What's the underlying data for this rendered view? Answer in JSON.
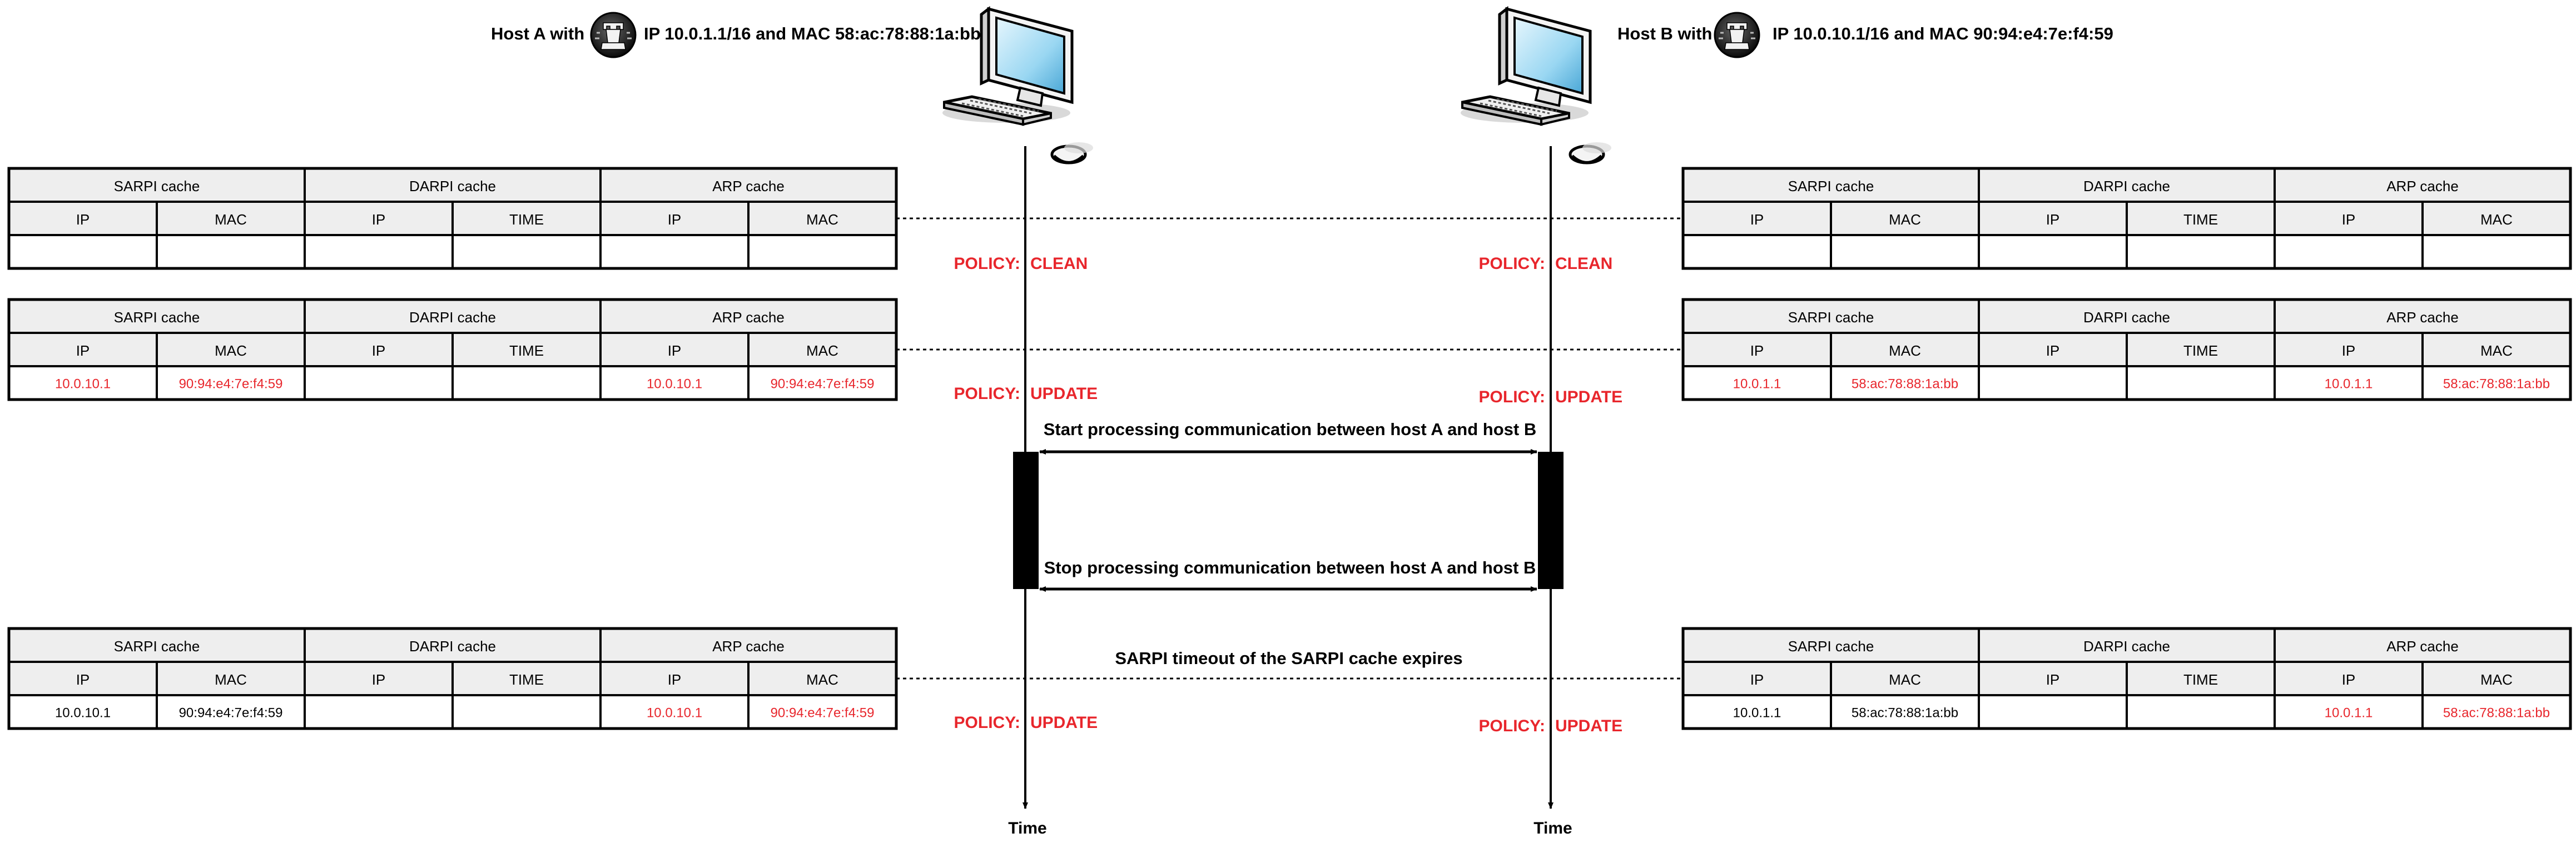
{
  "hosts": {
    "a": {
      "prefix": "Host A with",
      "suffix": "IP 10.0.1.1/16 and MAC 58:ac:78:88:1a:bb",
      "policies": [
        "CLEAN",
        "UPDATE",
        "UPDATE"
      ]
    },
    "b": {
      "prefix": "Host B with",
      "suffix": "IP 10.0.10.1/16 and MAC 90:94:e4:7e:f4:59",
      "policies": [
        "CLEAN",
        "UPDATE",
        "UPDATE"
      ]
    }
  },
  "policy_label": "POLICY:",
  "table": {
    "groups": [
      "SARPI cache",
      "DARPI cache",
      "ARP cache"
    ],
    "columns": [
      "IP",
      "MAC",
      "IP",
      "TIME",
      "IP",
      "MAC"
    ]
  },
  "states": [
    {
      "left": [
        [
          "",
          ""
        ],
        [
          "",
          ""
        ],
        [
          "",
          ""
        ],
        [
          "",
          ""
        ],
        [
          "",
          ""
        ],
        [
          "",
          ""
        ]
      ],
      "right": [
        [
          "",
          ""
        ],
        [
          "",
          ""
        ],
        [
          "",
          ""
        ],
        [
          "",
          ""
        ],
        [
          "",
          ""
        ],
        [
          "",
          ""
        ]
      ]
    },
    {
      "left": [
        [
          "10.0.10.1",
          "red"
        ],
        [
          "90:94:e4:7e:f4:59",
          "red"
        ],
        [
          "",
          ""
        ],
        [
          "",
          ""
        ],
        [
          "10.0.10.1",
          "red"
        ],
        [
          "90:94:e4:7e:f4:59",
          "red"
        ]
      ],
      "right": [
        [
          "10.0.1.1",
          "red"
        ],
        [
          "58:ac:78:88:1a:bb",
          "red"
        ],
        [
          "",
          ""
        ],
        [
          "",
          ""
        ],
        [
          "10.0.1.1",
          "red"
        ],
        [
          "58:ac:78:88:1a:bb",
          "red"
        ]
      ]
    },
    {
      "left": [
        [
          "10.0.10.1",
          "black"
        ],
        [
          "90:94:e4:7e:f4:59",
          "black"
        ],
        [
          "",
          ""
        ],
        [
          "",
          ""
        ],
        [
          "10.0.10.1",
          "red"
        ],
        [
          "90:94:e4:7e:f4:59",
          "red"
        ]
      ],
      "right": [
        [
          "10.0.1.1",
          "black"
        ],
        [
          "58:ac:78:88:1a:bb",
          "black"
        ],
        [
          "",
          ""
        ],
        [
          "",
          ""
        ],
        [
          "10.0.1.1",
          "red"
        ],
        [
          "58:ac:78:88:1a:bb",
          "red"
        ]
      ]
    }
  ],
  "messages": {
    "start": "Start processing communication between host A and host B",
    "stop": "Stop processing communication between host A and host B",
    "timeout": "SARPI timeout of the SARPI cache expires"
  },
  "time_label": "Time",
  "colors": {
    "red": "#e8262c",
    "black": "#000000",
    "header_fill": "#eeeeee",
    "screen_blue": "#8fd3f0"
  },
  "icons": [
    "desktop-computer-icon",
    "rook-chess-piece-icon"
  ]
}
